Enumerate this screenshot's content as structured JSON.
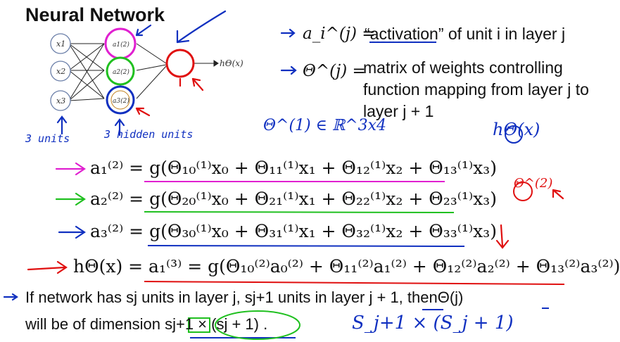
{
  "slide": {
    "title": "Neural Network"
  },
  "diagram": {
    "inputs": [
      "x1",
      "x2",
      "x3"
    ],
    "hidden": [
      "a1(2)",
      "a2(2)",
      "a3(2)"
    ],
    "output_label": "hΘ(x)",
    "annotation_inputs": "3 units",
    "annotation_hidden": "3 hidden units"
  },
  "definitions": {
    "activation_symbol": "a_i^(j) =",
    "activation_text": "“activation” of unit i in layer j",
    "theta_symbol": "Θ^(j) =",
    "theta_text_1": "matrix of weights controlling",
    "theta_text_2": "function mapping from layer j to",
    "theta_text_3": "layer j + 1"
  },
  "handwritten": {
    "theta_dim": "Θ^(1) ∈ ℝ^3x4",
    "h_theta": "hΘ(x)",
    "theta2": "Θ^(2)",
    "dim_expr": "S_j+1 × (S_j + 1)"
  },
  "equations": {
    "eq1": "a₁⁽²⁾ = g(Θ₁₀⁽¹⁾x₀ + Θ₁₁⁽¹⁾x₁ + Θ₁₂⁽¹⁾x₂ + Θ₁₃⁽¹⁾x₃)",
    "eq2": "a₂⁽²⁾ = g(Θ₂₀⁽¹⁾x₀ + Θ₂₁⁽¹⁾x₁ + Θ₂₂⁽¹⁾x₂ + Θ₂₃⁽¹⁾x₃)",
    "eq3": "a₃⁽²⁾ = g(Θ₃₀⁽¹⁾x₀ + Θ₃₁⁽¹⁾x₁ + Θ₃₂⁽¹⁾x₂ + Θ₃₃⁽¹⁾x₃)",
    "eq4": "hΘ(x) = a₁⁽³⁾ = g(Θ₁₀⁽²⁾a₀⁽²⁾ + Θ₁₁⁽²⁾a₁⁽²⁾ + Θ₁₂⁽²⁾a₂⁽²⁾ + Θ₁₃⁽²⁾a₃⁽²⁾)"
  },
  "bullet": {
    "line1": "If network has sj units in layer j, sj+1 units in layer j + 1, thenΘ(j)",
    "line2": "will be of dimension sj+1 × (sj + 1) ."
  },
  "colors": {
    "magenta": "#e020d0",
    "green": "#20c020",
    "blue": "#1030c0",
    "red": "#e01010"
  }
}
